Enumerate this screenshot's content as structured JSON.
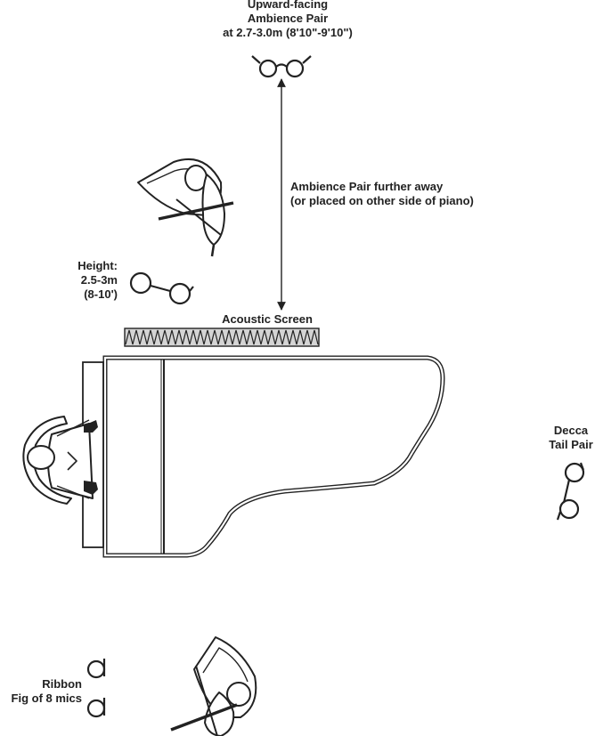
{
  "labels": {
    "upward_pair": [
      "Upward-facing",
      "Ambience Pair",
      "at 2.7-3.0m (8'10\"-9'10\")"
    ],
    "ambience_note": [
      "Ambience Pair further away",
      "(or placed on other side of piano)"
    ],
    "height": [
      "Height:",
      "2.5-3m",
      "(8-10')"
    ],
    "acoustic_screen": "Acoustic Screen",
    "decca": [
      "Decca",
      "Tail Pair"
    ],
    "ribbon": [
      "Ribbon",
      "Fig of 8 mics"
    ]
  },
  "colors": {
    "ink": "#222222",
    "screen_fill": "#d4d4d4"
  }
}
